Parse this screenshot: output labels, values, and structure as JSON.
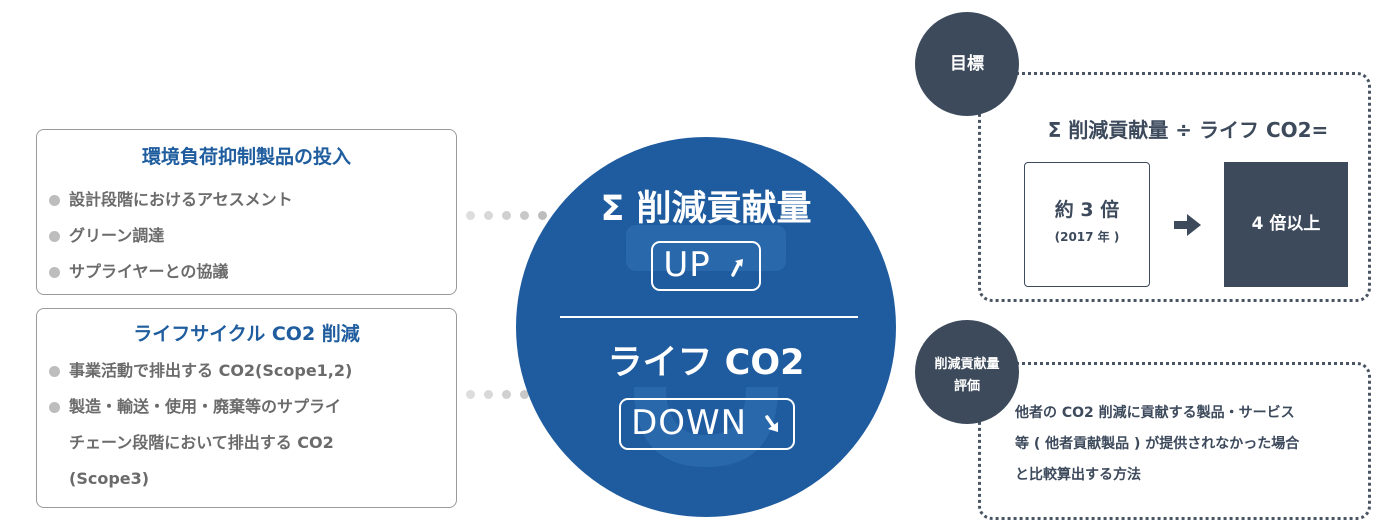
{
  "left_box_1": {
    "title": "環境負荷抑制製品の投入",
    "items": [
      "設計段階におけるアセスメント",
      "グリーン調達",
      "サプライヤーとの協議"
    ]
  },
  "left_box_2": {
    "title": "ライフサイクル CO2 削減",
    "items": [
      "事業活動で排出する CO2(Scope1,2)",
      "製造・輸送・使用・廃棄等のサプライ"
    ],
    "item_continuation": [
      "チェーン段階において排出する CO2",
      "(Scope3)"
    ]
  },
  "circle": {
    "top_label": "Σ 削減貢献量",
    "up_label": "UP",
    "bottom_label": "ライフ CO2",
    "down_label": "DOWN"
  },
  "target": {
    "badge": "目標",
    "formula": "Σ 削減貢献量 ÷ ライフ CO2=",
    "current_value": "約 3 倍",
    "current_year": "(2017 年 )",
    "goal_value": "4 倍以上"
  },
  "evaluation": {
    "badge_line1": "削減貢献量",
    "badge_line2": "評価",
    "description": [
      "他者の CO2 削減に貢献する製品・サービス",
      "等 ( 他者貢献製品 ) が提供されなかった場合",
      "と比較算出する方法"
    ]
  },
  "colors": {
    "circle_blue": "#1f5c9f",
    "title_blue": "#1f5d9f",
    "badge_dark": "#3d4a5c",
    "goal_fill": "#3d4a5c"
  }
}
